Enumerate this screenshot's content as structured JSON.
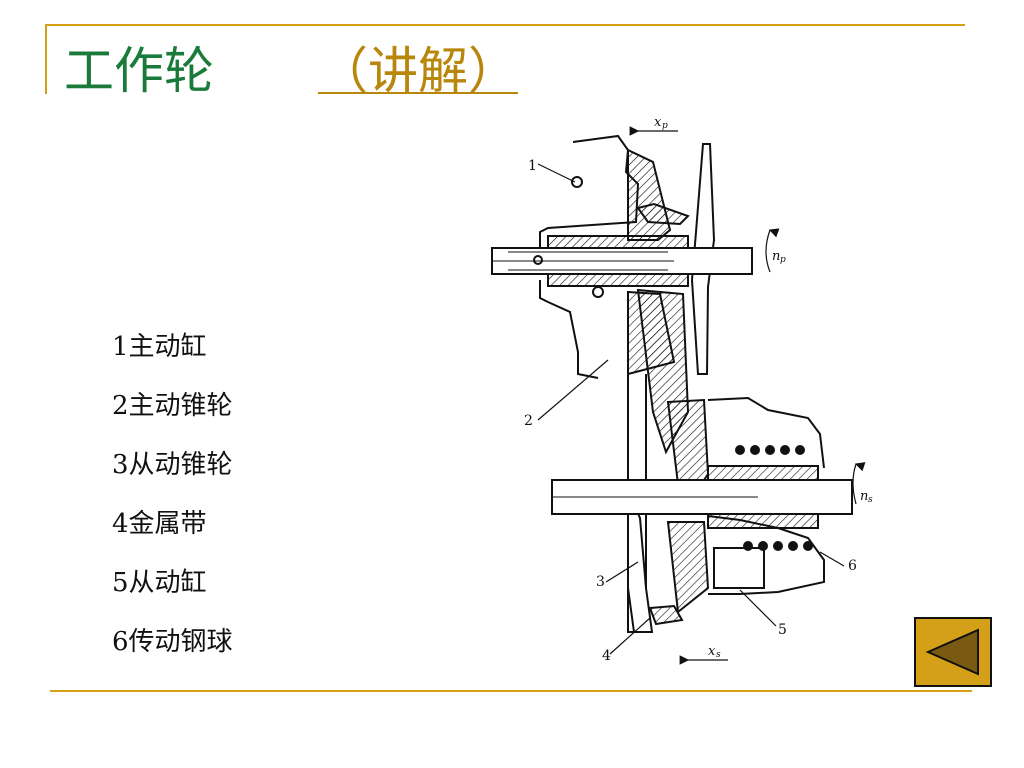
{
  "slide": {
    "title": "工作轮",
    "subtitle": "（讲解）"
  },
  "parts": [
    "1主动缸",
    "2主动锥轮",
    "3从动锥轮",
    "4金属带",
    "5从动缸",
    "6传动钢球"
  ],
  "diagram": {
    "labels": {
      "l1": "1",
      "l2": "2",
      "l3": "3",
      "l4": "4",
      "l5": "5",
      "l6": "6",
      "xp": "x",
      "xp_sub": "p",
      "xs": "x",
      "xs_sub": "s",
      "np": "n",
      "np_sub": "p",
      "ns": "n",
      "ns_sub": "s"
    }
  },
  "colors": {
    "title": "#1a7a3a",
    "subtitle": "#b8860b",
    "rule": "#d4a017",
    "button": "#d4a017",
    "arrow": "#7a5a12"
  },
  "nav": {
    "back_icon": "left-triangle-icon"
  }
}
